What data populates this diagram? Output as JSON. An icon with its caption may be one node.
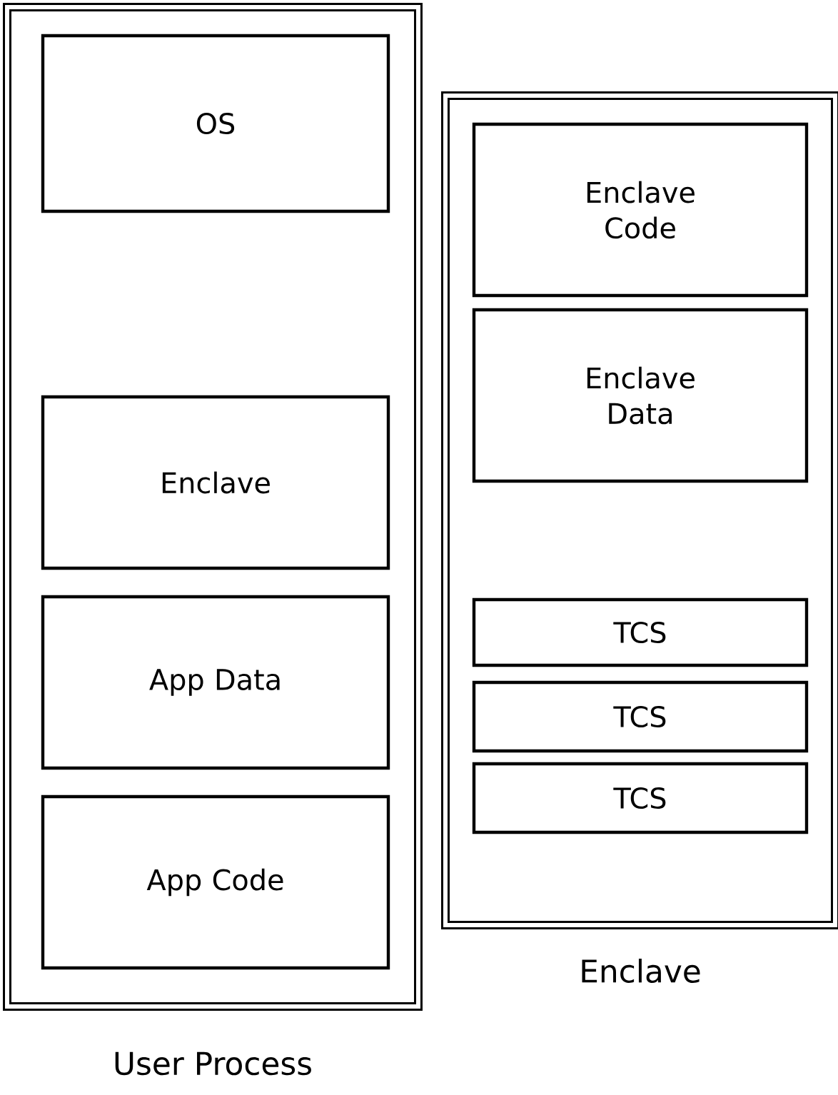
{
  "diagram": {
    "nodes": [
      {
        "text": [
          "User Process"
        ]
      },
      {
        "text": [
          "OS"
        ],
        "in": 0
      },
      {
        "text": [
          "Enclave"
        ],
        "in": 0
      },
      {
        "text": [
          "App Data"
        ],
        "in": 0
      },
      {
        "text": [
          "App Code"
        ],
        "in": 0
      },
      {
        "text": [
          "Enclave"
        ]
      },
      {
        "text": [
          "Enclave Code"
        ],
        "in": 5
      },
      {
        "text": [
          "Enclave Data"
        ],
        "in": 5
      },
      {
        "text": [
          "TCS"
        ],
        "in": 5
      },
      {
        "text": [
          "TCS"
        ],
        "in": 5
      },
      {
        "text": [
          "TCS"
        ],
        "in": 5
      }
    ]
  }
}
